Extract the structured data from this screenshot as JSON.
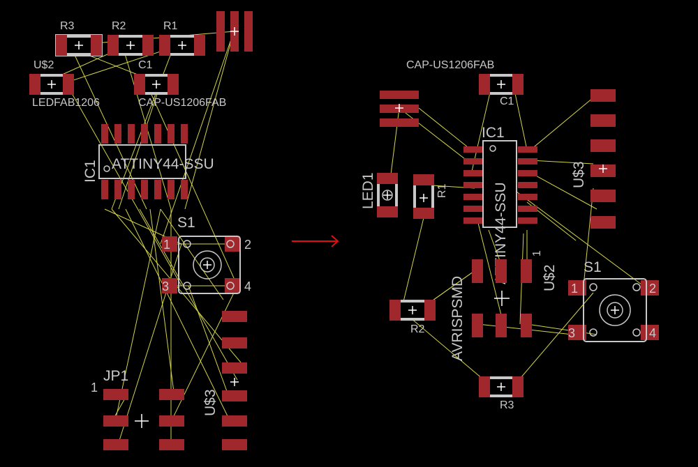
{
  "left_layout": {
    "resistors": [
      {
        "name": "R3"
      },
      {
        "name": "R2"
      },
      {
        "name": "R1"
      }
    ],
    "led": {
      "name": "U$2",
      "value": "LEDFAB1206"
    },
    "cap": {
      "name": "C1",
      "value": "CAP-US1206FAB"
    },
    "ic": {
      "name": "IC1",
      "value": "ATTINY44-SSU"
    },
    "switch": {
      "name": "S1",
      "pin_labels": [
        "1",
        "2",
        "3",
        "4"
      ]
    },
    "header": {
      "name": "JP1",
      "pin1": "1"
    },
    "connector": {
      "name": "U$3"
    }
  },
  "arrow": {
    "color": "#e01010"
  },
  "right_layout": {
    "cap": {
      "value": "CAP-US1206FAB",
      "name": "C1"
    },
    "ic": {
      "name": "IC1",
      "value": "ATTINY44-SSU"
    },
    "led": {
      "name": "LED1"
    },
    "r1": {
      "name": "R1"
    },
    "r2": {
      "name": "R2"
    },
    "r3": {
      "name": "R3"
    },
    "connector": {
      "name": "U$3"
    },
    "header": {
      "name": "AVRISPSMD",
      "pin1": "1"
    },
    "header2": {
      "name": "U$2"
    },
    "switch": {
      "name": "S1",
      "pin_labels": [
        "1",
        "2",
        "3",
        "4"
      ]
    }
  },
  "colors": {
    "background": "#000000",
    "pad": "#a0282d",
    "silkscreen": "#c8c8c8",
    "airwire": "#d4d44a"
  }
}
